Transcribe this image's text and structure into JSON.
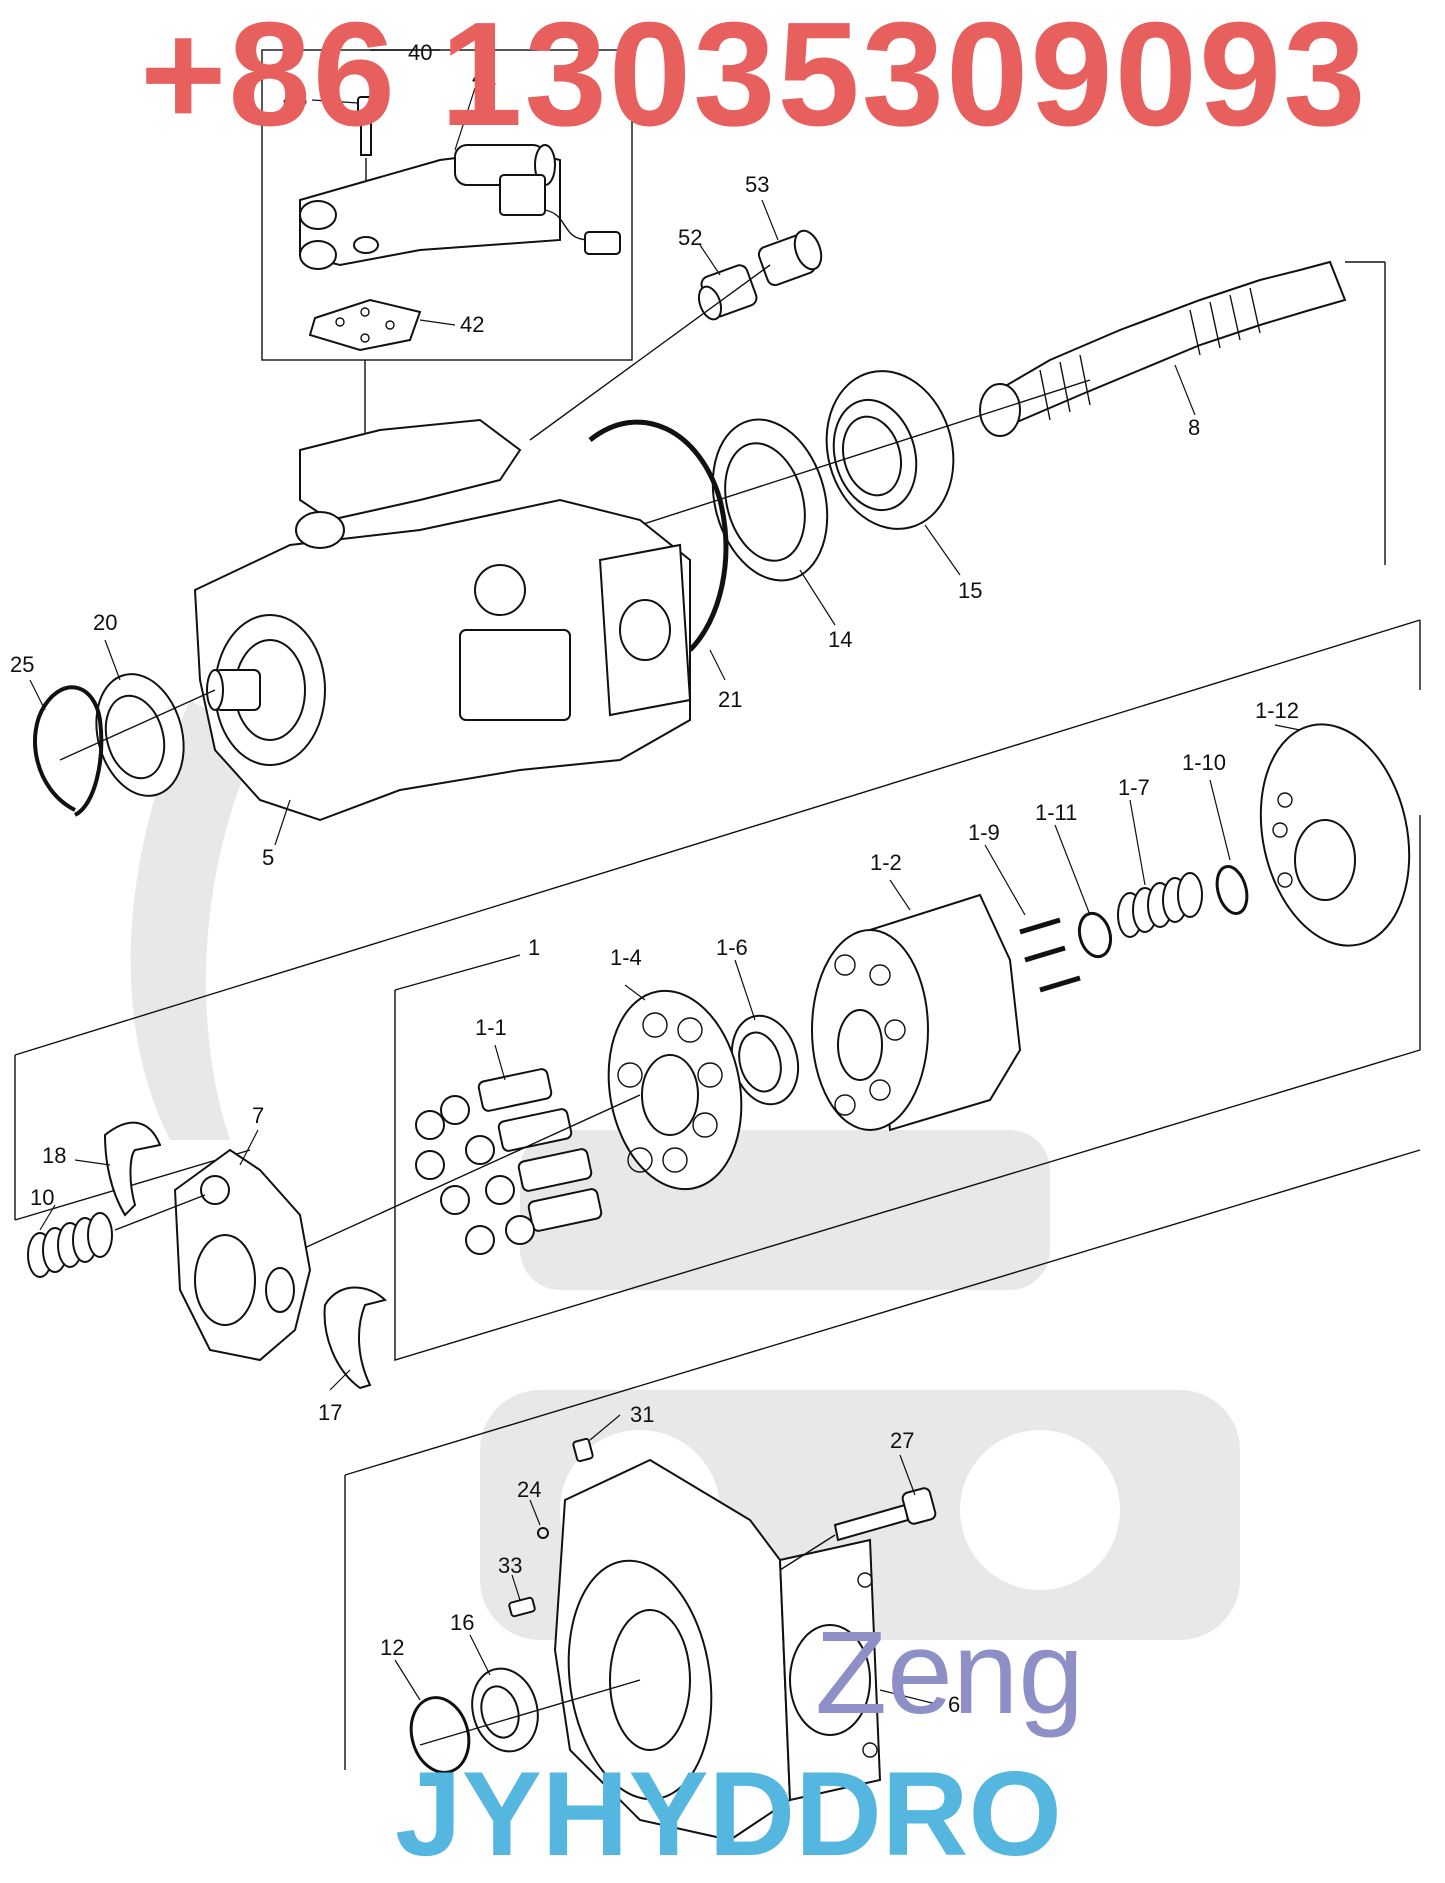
{
  "watermarks": {
    "phone": "+86 13035309093",
    "brand": "Zeng",
    "company": "JYHYDDRO"
  },
  "callouts": {
    "c40": "40",
    "c41": "41",
    "c42": "42",
    "c43": "43",
    "c53": "53",
    "c52": "52",
    "c8": "8",
    "c15": "15",
    "c14": "14",
    "c21": "21",
    "c20": "20",
    "c25": "25",
    "c5": "5",
    "c1_12": "1-12",
    "c1_10": "1-10",
    "c1_7": "1-7",
    "c1_11": "1-11",
    "c1_9": "1-9",
    "c1_2": "1-2",
    "c1": "1",
    "c1_4": "1-4",
    "c1_6": "1-6",
    "c1_1": "1-1",
    "c7": "7",
    "c18": "18",
    "c10": "10",
    "c17": "17",
    "c31": "31",
    "c27": "27",
    "c24": "24",
    "c33": "33",
    "c16": "16",
    "c12": "12",
    "c6": "6"
  },
  "colors": {
    "phone": "#e8605d",
    "brand": "#8e8fc7",
    "company": "#55b6df",
    "line": "#111111",
    "ghost": "#dcdcdc"
  }
}
